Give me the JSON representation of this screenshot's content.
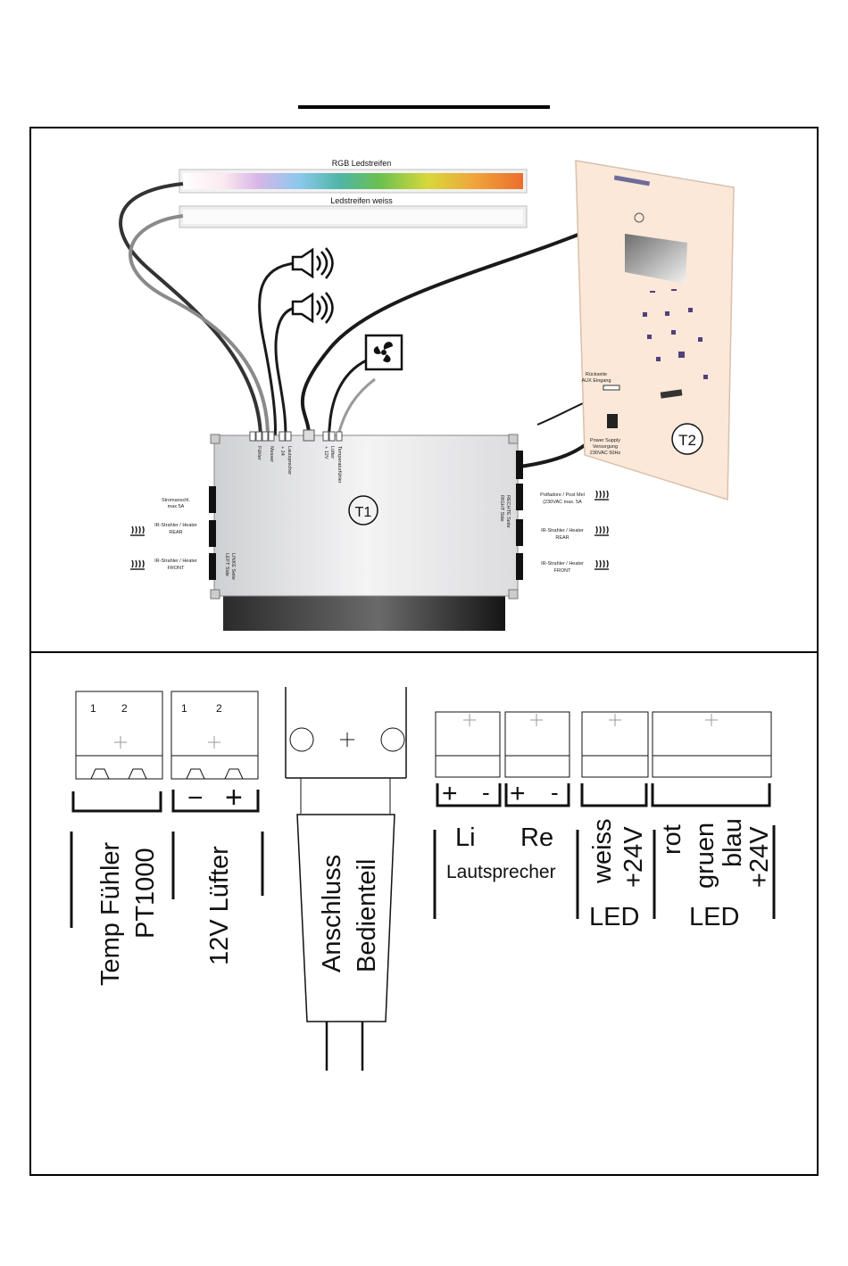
{
  "top": {
    "strip_rgb": "RGB Ledstreifen",
    "strip_white": "Ledstreifen weiss",
    "t1": "T1",
    "t2": "T2",
    "aux": [
      "Rückseite",
      "AUX Eingang"
    ],
    "power": [
      "Power Supply",
      "Versorgung",
      "230VAC 50Hz"
    ],
    "left_side": [
      "LINKE Seite",
      "LEFT Side"
    ],
    "right_side": [
      "RECHTE Seite",
      "RIGHT Side"
    ],
    "left_ports": [
      {
        "line1": "Stromanschl.",
        "line2": "max 5A"
      },
      {
        "line1": "IR-Strahler / Heater",
        "line2": "REAR"
      },
      {
        "line1": "IR-Strahler / Heater",
        "line2": "FRONT"
      }
    ],
    "right_ports": [
      {
        "line1": "Potfadore / Post Mel",
        "line2": "(230VAC max. 5A"
      },
      {
        "line1": "IR-Strahler / Heater",
        "line2": "REAR"
      },
      {
        "line1": "IR-Strahler / Heater",
        "line2": "FRONT"
      }
    ],
    "top_terminals": [
      "Fühler",
      "Messer",
      "+ 24",
      "Lautsprecher",
      "+ 12V",
      "Lüfter",
      "Temperaturfühler"
    ]
  },
  "bottom": {
    "temp_terminal_nums": [
      "1",
      "2"
    ],
    "fan_terminal_nums": [
      "1",
      "2"
    ],
    "fan_polarity": [
      "−",
      "+"
    ],
    "temp_label": [
      "Temp Fühler",
      "PT1000"
    ],
    "fan_label": "12V Lüfter",
    "connector_label": [
      "Anschluss",
      "Bedienteil"
    ],
    "speaker_polarity": [
      "+",
      "-",
      "+",
      "-"
    ],
    "speaker_left": "Li",
    "speaker_right": "Re",
    "speaker_label": "Lautsprecher",
    "led_white": [
      "weiss",
      "+24V"
    ],
    "led_rgb": [
      "rot",
      "gruen",
      "blau",
      "+24V"
    ],
    "led_label": "LED"
  }
}
